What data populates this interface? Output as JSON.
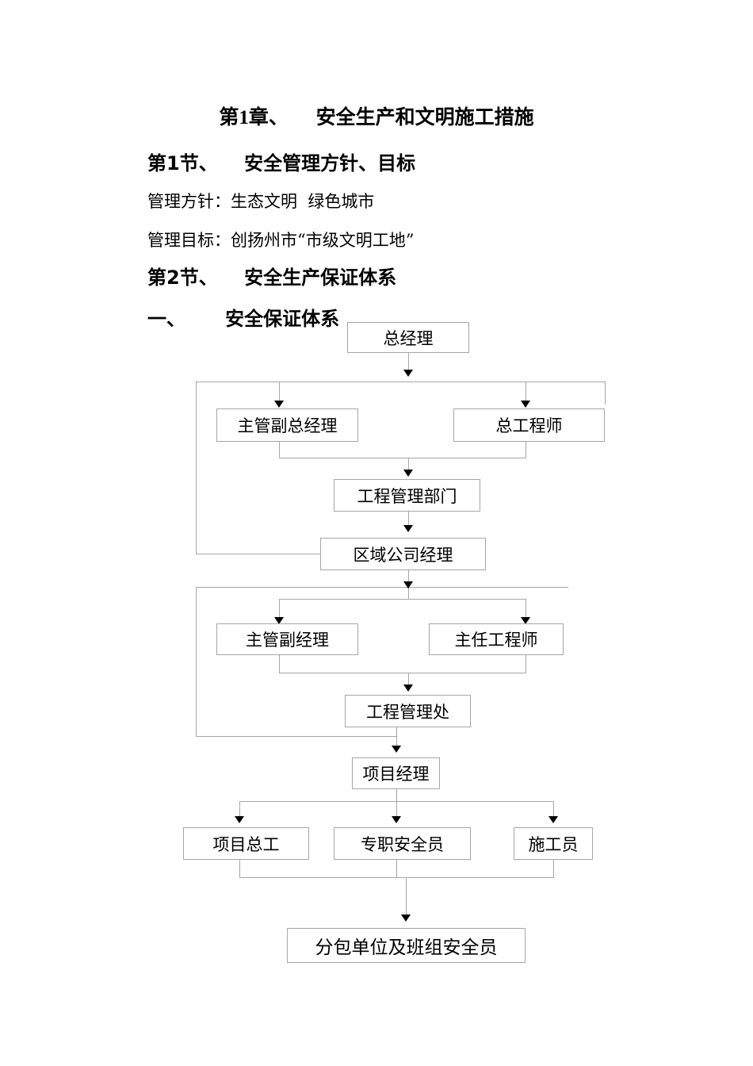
{
  "document": {
    "chapter": {
      "number": "第1章、",
      "title": "安全生产和文明施工措施"
    },
    "sections": [
      {
        "number": "第1节、",
        "title": "安全管理方针、目标"
      },
      {
        "number": "第2节、",
        "title": "安全生产保证体系"
      },
      {
        "number": "一、",
        "title": "安全保证体系"
      }
    ],
    "body_lines": [
      "管理方针：生态文明  绿色城市",
      "管理目标：创扬州市“市级文明工地”"
    ]
  },
  "chart_data": {
    "type": "diagram",
    "title": "安全保证体系",
    "nodes": [
      {
        "id": "n1",
        "label": "总经理"
      },
      {
        "id": "n2",
        "label": "主管副总经理"
      },
      {
        "id": "n3",
        "label": "总工程师"
      },
      {
        "id": "n4",
        "label": "工程管理部门"
      },
      {
        "id": "n5",
        "label": "区域公司经理"
      },
      {
        "id": "n6",
        "label": "主管副经理"
      },
      {
        "id": "n7",
        "label": "主任工程师"
      },
      {
        "id": "n8",
        "label": "工程管理处"
      },
      {
        "id": "n9",
        "label": "项目经理"
      },
      {
        "id": "n10",
        "label": "项目总工"
      },
      {
        "id": "n11",
        "label": "专职安全员"
      },
      {
        "id": "n12",
        "label": "施工员"
      },
      {
        "id": "n13",
        "label": "分包单位及班组安全员"
      }
    ],
    "edges": [
      {
        "from": "n1",
        "to": "n2"
      },
      {
        "from": "n1",
        "to": "n3"
      },
      {
        "from": "n2",
        "to": "n4"
      },
      {
        "from": "n3",
        "to": "n4"
      },
      {
        "from": "n4",
        "to": "n5"
      },
      {
        "from": "n1",
        "to": "n5"
      },
      {
        "from": "n5",
        "to": "n6"
      },
      {
        "from": "n5",
        "to": "n7"
      },
      {
        "from": "n6",
        "to": "n8"
      },
      {
        "from": "n7",
        "to": "n8"
      },
      {
        "from": "n8",
        "to": "n9"
      },
      {
        "from": "n5",
        "to": "n9"
      },
      {
        "from": "n9",
        "to": "n10"
      },
      {
        "from": "n9",
        "to": "n11"
      },
      {
        "from": "n9",
        "to": "n12"
      },
      {
        "from": "n10",
        "to": "n13"
      },
      {
        "from": "n11",
        "to": "n13"
      },
      {
        "from": "n12",
        "to": "n13"
      }
    ],
    "colors": {
      "box_border": "#a6a6a6",
      "connector": "#a6a6a6",
      "arrow": "#000000",
      "text": "#000000",
      "background": "#ffffff"
    }
  }
}
